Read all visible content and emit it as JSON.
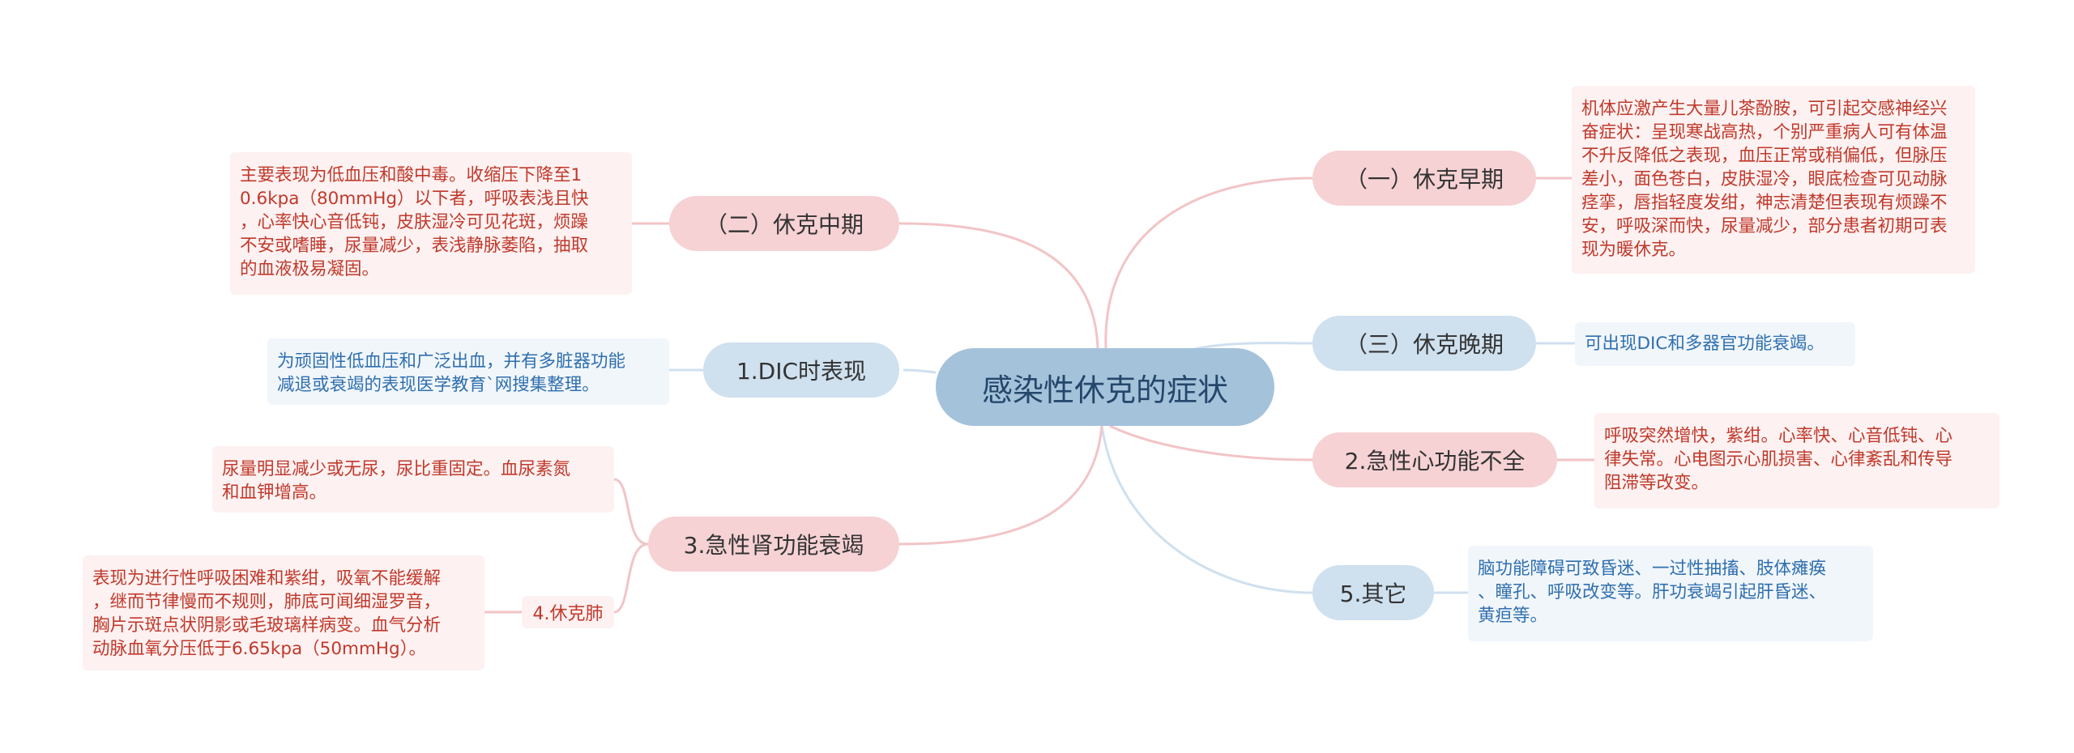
{
  "center": "感染性休克的症状",
  "branches": {
    "early": {
      "label": "（一）休克早期",
      "note": [
        "机体应激产生大量儿茶酚胺，可引起交感神经兴",
        "奋症状：呈现寒战高热，个别严重病人可有体温",
        "不升反降低之表现，血压正常或稍偏低，但脉压",
        "差小，面色苍白，皮肤湿冷，眼底检查可见动脉",
        "痉挛，唇指轻度发绀，神志清楚但表现有烦躁不",
        "安，呼吸深而快，尿量减少，部分患者初期可表",
        "现为暖休克。"
      ]
    },
    "late": {
      "label": "（三）休克晚期",
      "note": [
        "可出现DIC和多器官功能衰竭。"
      ]
    },
    "heart": {
      "label": "2.急性心功能不全",
      "note": [
        "呼吸突然增快，紫绀。心率快、心音低钝、心",
        "律失常。心电图示心肌损害、心律紊乱和传导",
        "阻滞等改变。"
      ]
    },
    "other": {
      "label": "5.其它",
      "note": [
        "脑功能障碍可致昏迷、一过性抽搐、肢体瘫痪",
        "、瞳孔、呼吸改变等。肝功衰竭引起肝昏迷、",
        "黄疸等。"
      ]
    },
    "middle": {
      "label": "（二）休克中期",
      "note": [
        "主要表现为低血压和酸中毒。收缩压下降至1",
        "0.6kpa（80mmHg）以下者，呼吸表浅且快",
        "，心率快心音低钝，皮肤湿冷可见花斑，烦躁",
        "不安或嗜睡，尿量减少，表浅静脉萎陷，抽取",
        "的血液极易凝固。"
      ]
    },
    "dic": {
      "label": "1.DIC时表现",
      "note": [
        "为顽固性低血压和广泛出血，并有多脏器功能",
        "减退或衰竭的表现医学教育`网搜集整理。"
      ]
    },
    "kidney": {
      "label": "3.急性肾功能衰竭",
      "note": [
        "尿量明显减少或无尿，尿比重固定。血尿素氮",
        "和血钾增高。"
      ],
      "sub": {
        "label": "4.休克肺",
        "note": [
          "表现为进行性呼吸困难和紫绀，吸氧不能缓解",
          "，继而节律慢而不规则，肺底可闻细湿罗音，",
          "胸片示斑点状阴影或毛玻璃样病变。血气分析",
          "动脉血氧分压低于6.65kpa（50mmHg）。"
        ]
      }
    }
  }
}
